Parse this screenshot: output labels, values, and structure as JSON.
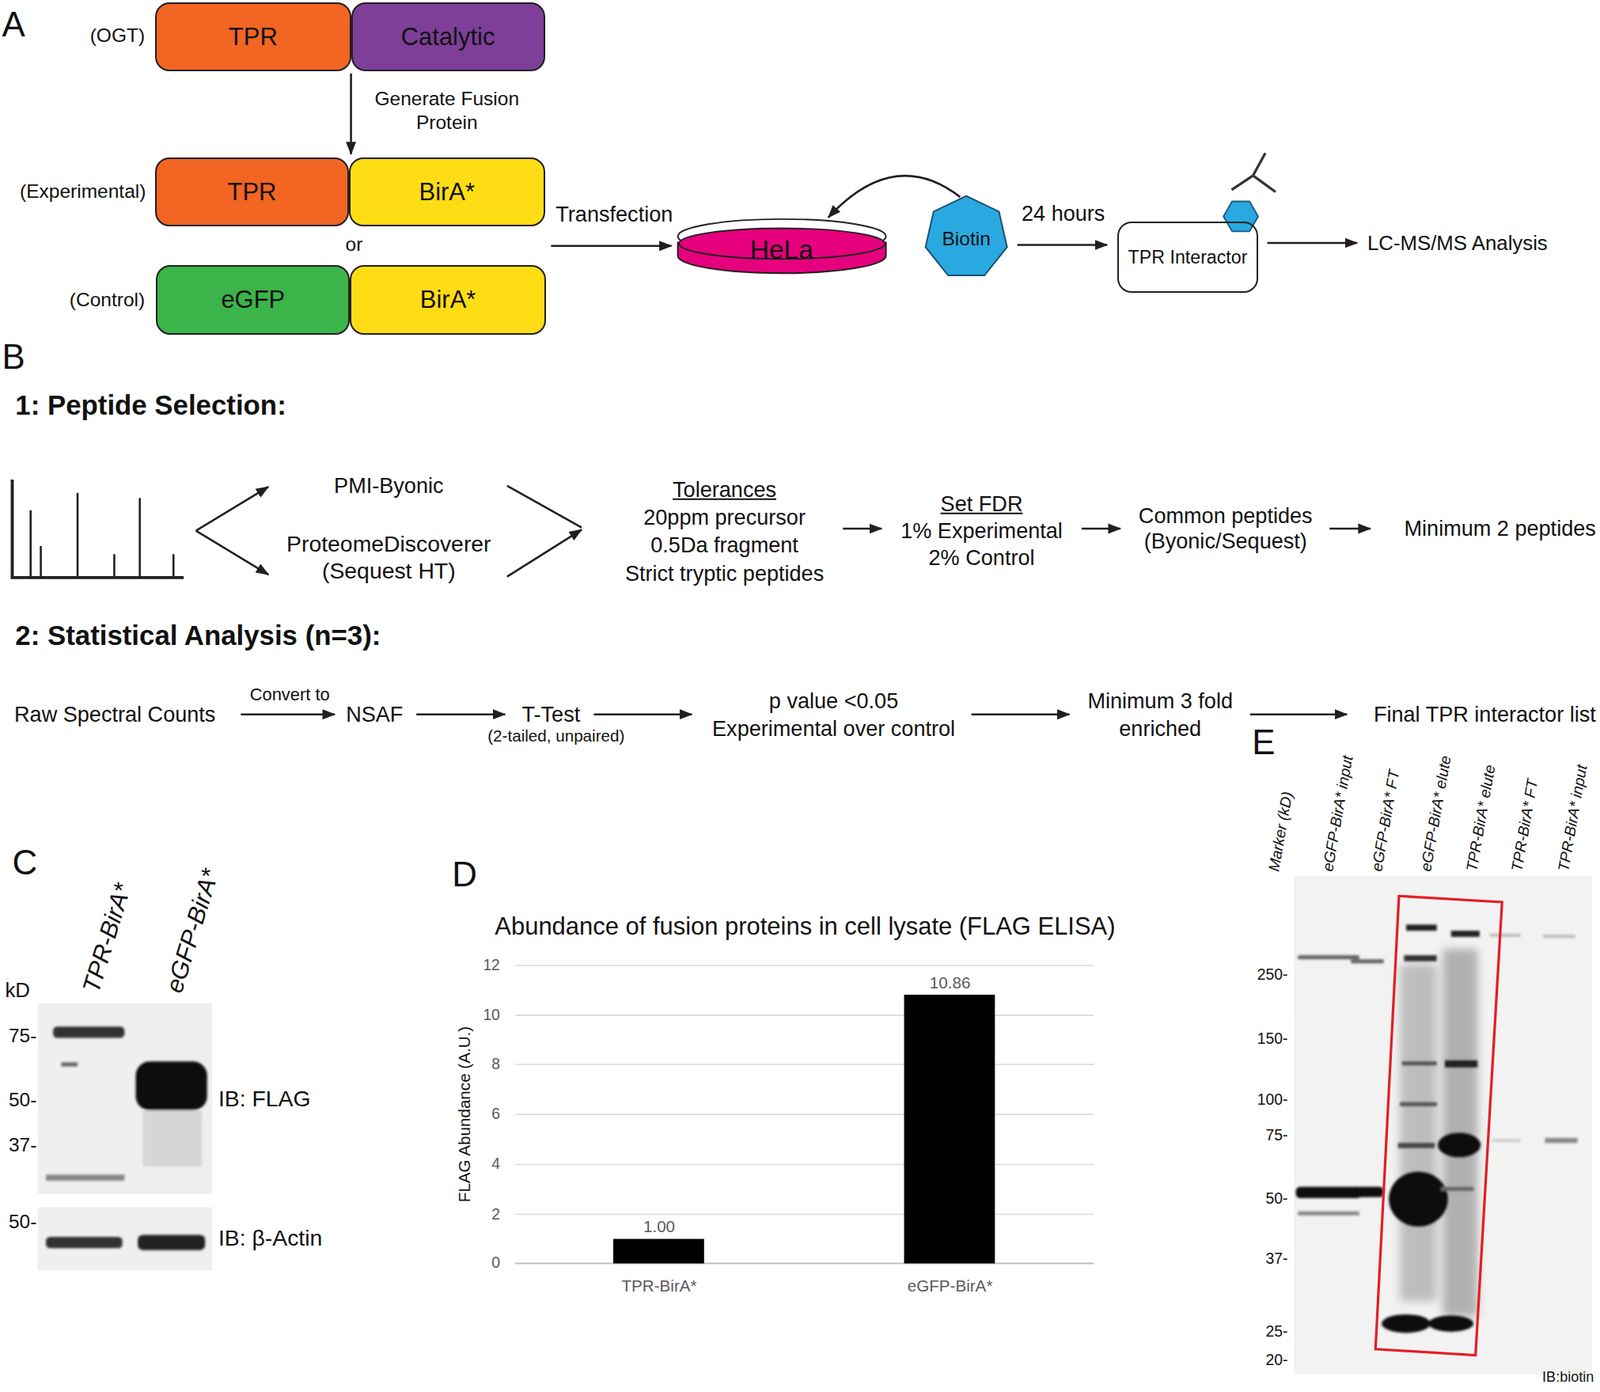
{
  "diagram": {
    "nodes": [
      {
        "text": [
          "TPR"
        ]
      },
      {
        "text": [
          "Catalytic"
        ]
      },
      {
        "text": [
          "TPR"
        ]
      },
      {
        "text": [
          "BirA*"
        ]
      },
      {
        "text": [
          "eGFP"
        ]
      },
      {
        "text": [
          "BirA*"
        ]
      },
      {
        "text": [
          "HeLa"
        ]
      },
      {
        "text": [
          "Biotin"
        ]
      },
      {
        "text": [
          "TPR Interactor"
        ]
      }
    ],
    "edges": [
      {
        "from": 0,
        "to": 2,
        "arrow": "to",
        "label": "Generate Fusion Protein"
      },
      {
        "from": 3,
        "to": 6,
        "arrow": "to",
        "label": "Transfection"
      },
      {
        "from": 7,
        "to": 6,
        "arrow": "to"
      },
      {
        "from": 7,
        "to": 8,
        "arrow": "to",
        "label": "24 hours"
      }
    ],
    "labels": [
      "A",
      "(OGT)",
      "(Experimental)",
      "or",
      "(Control)",
      "LC-MS/MS Analysis",
      "B",
      "1: Peptide Selection:",
      "PMI-Byonic",
      "ProteomeDiscoverer (Sequest HT)",
      "Tolerances",
      "20ppm precursor",
      "0.5Da fragment",
      "Strict tryptic peptides",
      "Set FDR",
      "1% Experimental",
      "2% Control",
      "Common peptides (Byonic/Sequest)",
      "Minimum 2 peptides",
      "2: Statistical Analysis (n=3):",
      "Raw Spectral Counts",
      "Convert to",
      "NSAF",
      "T-Test",
      "(2-tailed, unpaired)",
      "p value <0.05",
      "Experimental over control",
      "Minimum 3 fold",
      "enriched",
      "Final TPR interactor list",
      "C",
      "TPR-BirA*",
      "eGFP-BirA*",
      "kD",
      "75-",
      "50-",
      "37-",
      "50-",
      "IB: FLAG",
      "IB: β-Actin",
      "D",
      "Abundance of fusion proteins in cell lysate (FLAG ELISA)",
      "12",
      "10",
      "8",
      "6",
      "4",
      "2",
      "0",
      "FLAG Abundance (A.U.)",
      "1.00",
      "10.86",
      "TPR-BirA*",
      "eGFP-BirA*",
      "E",
      "Marker (kD)",
      "eGFP-BirA* input",
      "eGFP-BirA* FT",
      "eGFP-BirA* elute",
      "TPR-BirA* elute",
      "TPR-BirA* FT",
      "TPR-BirA* input",
      "250-",
      "150-",
      "100-",
      "75-",
      "50-",
      "37-",
      "25-",
      "20-",
      "IB:biotin"
    ]
  }
}
